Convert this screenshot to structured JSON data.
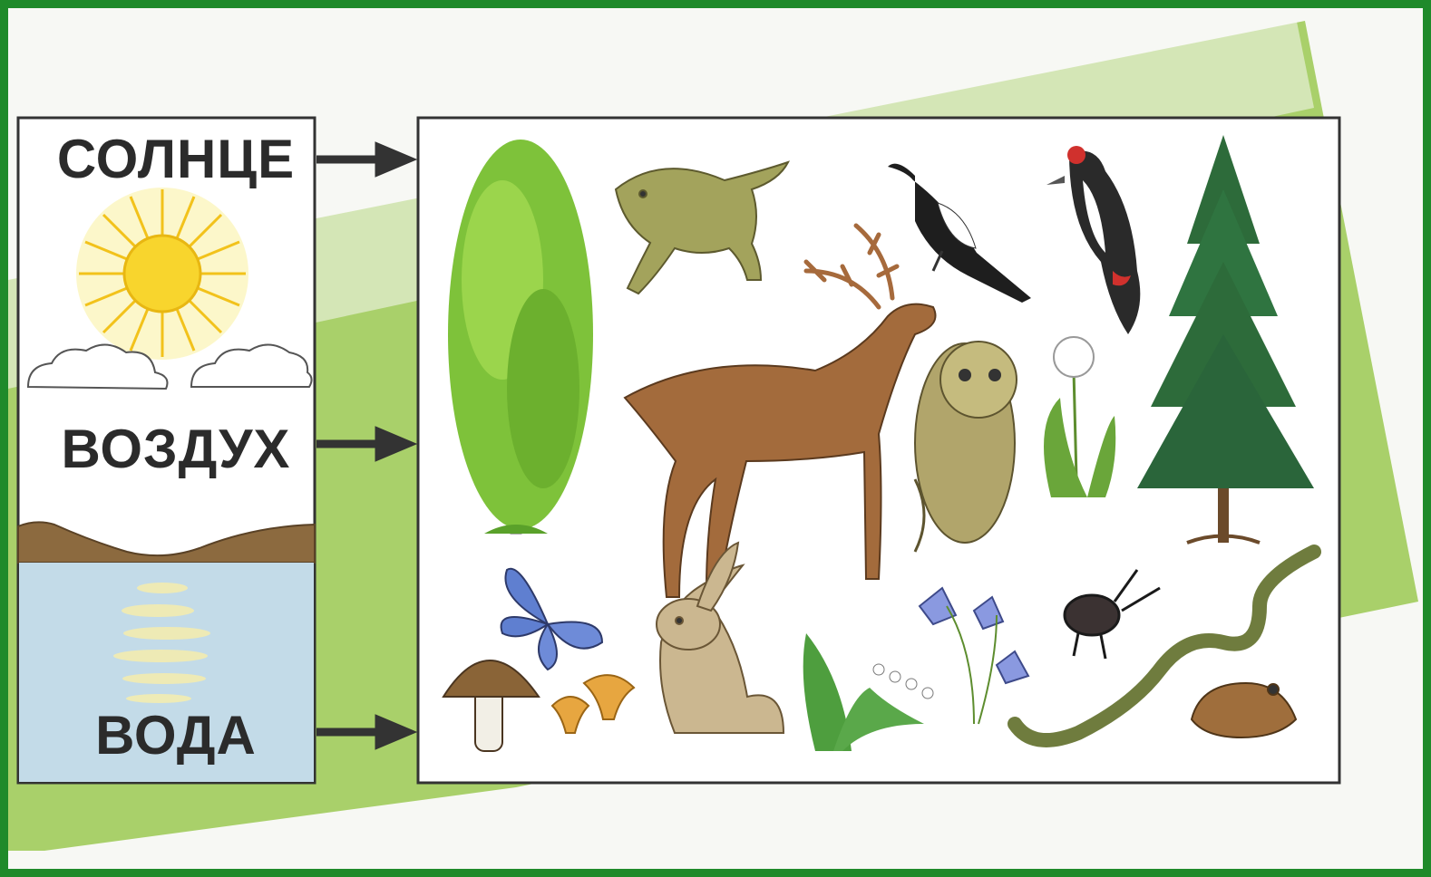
{
  "factors": {
    "sun": "СОЛНЦЕ",
    "air": "ВОЗДУХ",
    "water": "ВОДА"
  },
  "colors": {
    "frame": "#1f8a2a",
    "background_band": "#a9d06a",
    "label_text": "#2b2b2b",
    "sun": "#f6d22c",
    "water": "#c3dbe8"
  },
  "icons": [
    "sun-icon",
    "cloud-icon",
    "hills-icon",
    "water-icon",
    "arrow-icon",
    "birch-tree-icon",
    "wolf-icon",
    "magpie-icon",
    "woodpecker-icon",
    "spruce-tree-icon",
    "deer-icon",
    "owl-icon",
    "dandelion-icon",
    "butterfly-icon",
    "mushroom-icon",
    "chanterelle-icon",
    "hare-icon",
    "lily-of-the-valley-icon",
    "bellflower-icon",
    "beetle-icon",
    "snake-icon",
    "frog-icon"
  ]
}
